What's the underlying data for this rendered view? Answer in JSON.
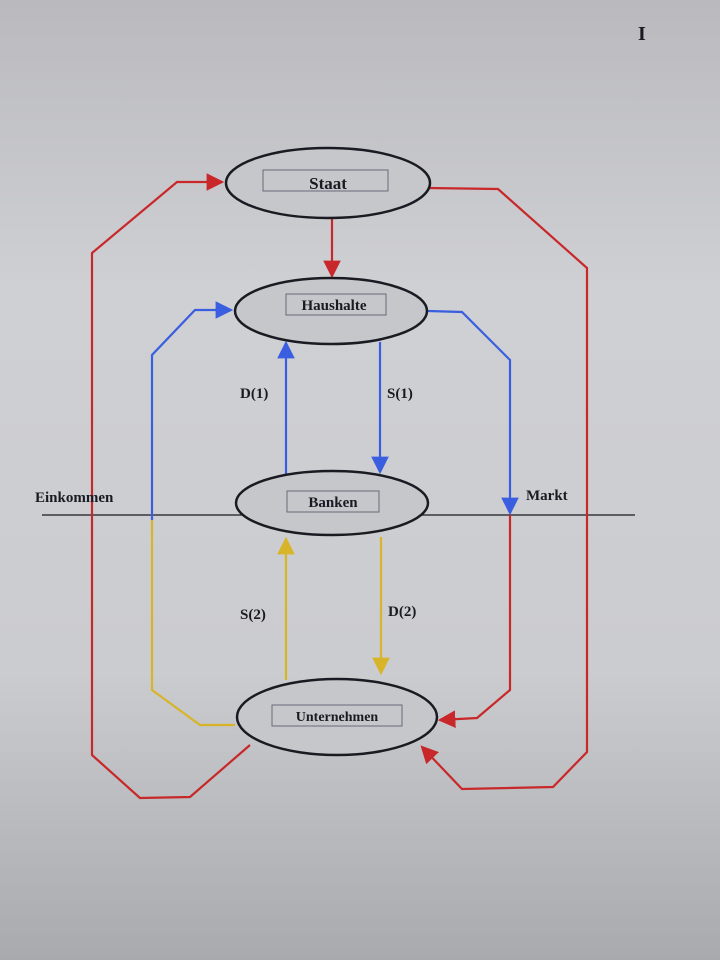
{
  "nodes": {
    "staat": "Staat",
    "haushalte": "Haushalte",
    "banken": "Banken",
    "unternehmen": "Unternehmen"
  },
  "labels": {
    "einkommen": "Einkommen",
    "markt": "Markt",
    "d1": "D(1)",
    "s1": "S(1)",
    "s2": "S(2)",
    "d2": "D(2)"
  },
  "cursor": "I",
  "colors": {
    "red": "#c8282a",
    "blue": "#3a5ee0",
    "yellow": "#d8b428",
    "black": "#1a1a22"
  }
}
